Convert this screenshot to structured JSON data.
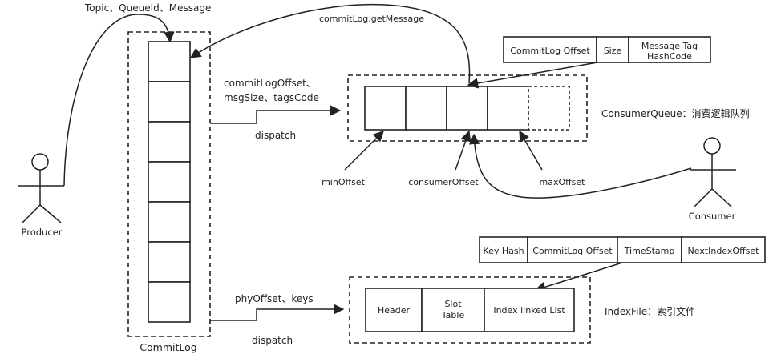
{
  "producer": {
    "label": "Producer"
  },
  "consumer": {
    "label": "Consumer"
  },
  "commitlog": {
    "label": "CommitLog",
    "input_label": "Topic、QueueId、Message",
    "cell_count": 7
  },
  "consumequeue": {
    "title": "ConsumerQueue：消费逻辑队列",
    "cell_count": 5,
    "dispatch_fields": [
      "commitLogOffset、",
      "msgSize、tagsCode"
    ],
    "dispatch_label": "dispatch",
    "get_message_label": "commitLog.getMessage",
    "pointer_labels": {
      "min": "minOffset",
      "consumer": "consumerOffset",
      "max": "maxOffset"
    },
    "entry_fields": [
      "CommitLog Offset",
      "Size"
    ],
    "entry_tag_lines": [
      "Message Tag",
      "HashCode"
    ]
  },
  "indexfile": {
    "title": "IndexFile：索引文件",
    "dispatch_fields": "phyOffset、keys",
    "dispatch_label": "dispatch",
    "sections": {
      "header": "Header",
      "slot_line1": "Slot",
      "slot_line2": "Table",
      "index_list": "Index linked List"
    },
    "entry_fields": [
      "Key Hash",
      "CommitLog Offset",
      "TimeStamp",
      "NextIndexOffset"
    ]
  }
}
